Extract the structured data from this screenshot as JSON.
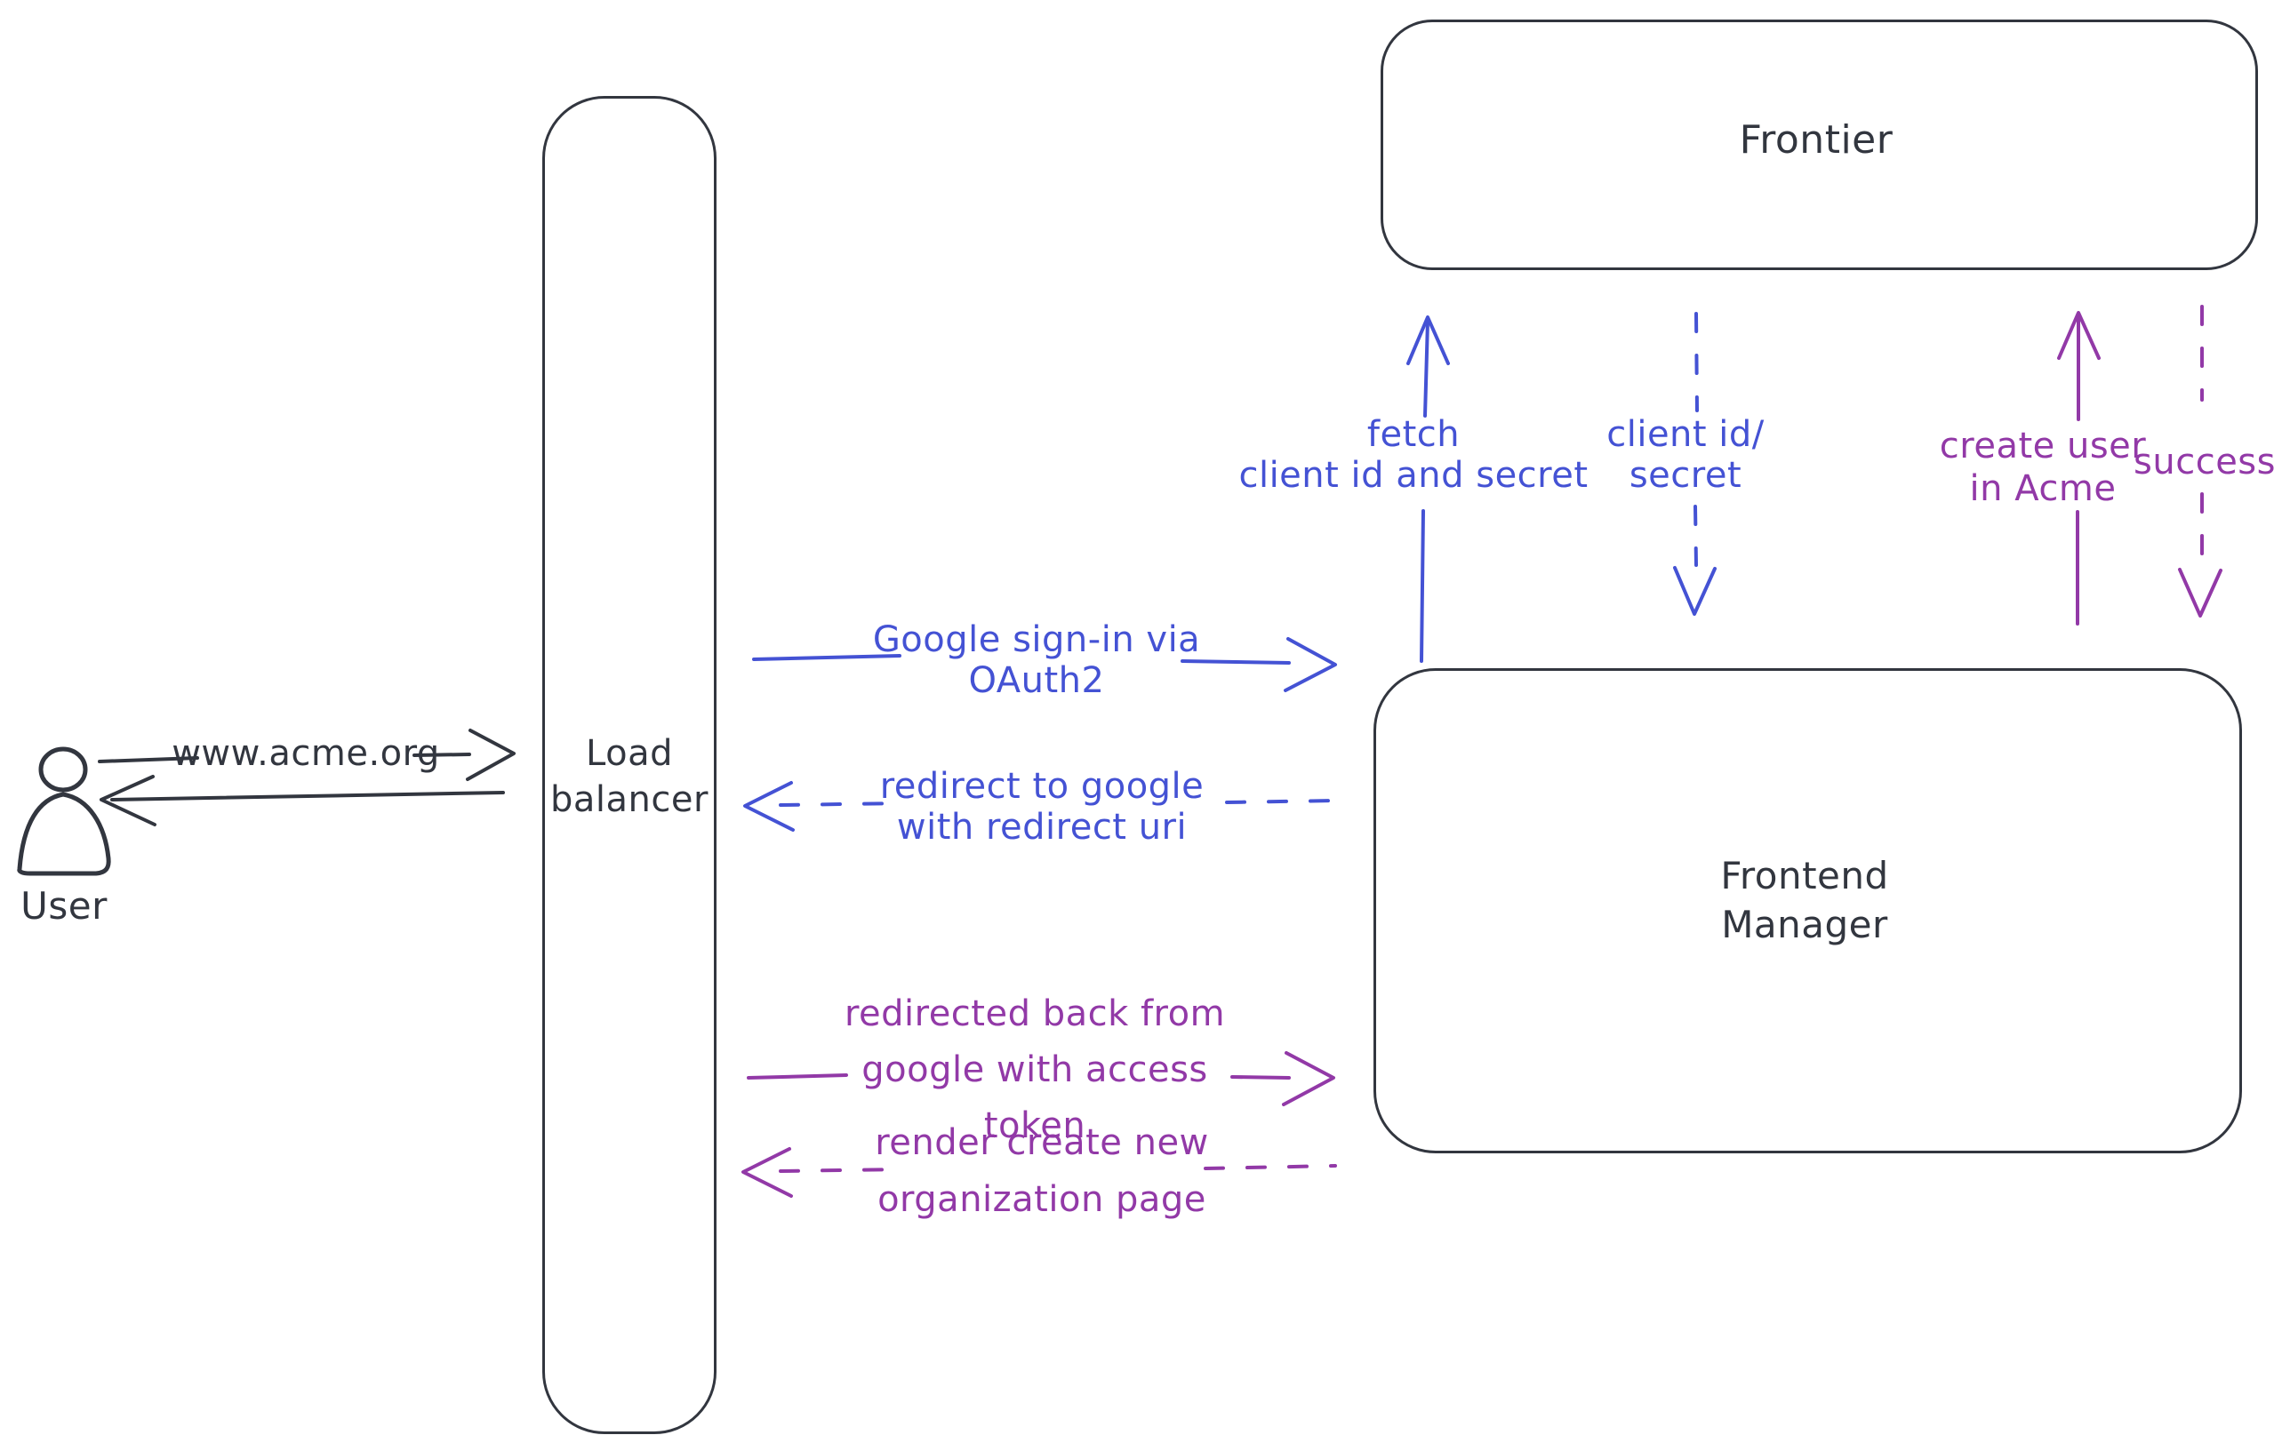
{
  "diagram": {
    "colors": {
      "stroke": "#32363f",
      "blue": "#4452d4",
      "purple": "#9239a7",
      "hatch": "#ccd5e0"
    },
    "actor": {
      "label": "User"
    },
    "nodes": [
      {
        "id": "load-balancer",
        "label": "Load\nbalancer"
      },
      {
        "id": "frontier",
        "label": "Frontier"
      },
      {
        "id": "frontend-manager",
        "label": "Frontend\nManager"
      }
    ],
    "edges": [
      {
        "id": "www-acme",
        "from": "user",
        "to": "load-balancer",
        "style": "solid",
        "color": "dark",
        "label": "www.acme.org"
      },
      {
        "id": "return-to-user",
        "from": "load-balancer",
        "to": "user",
        "style": "solid",
        "color": "dark",
        "label": ""
      },
      {
        "id": "google-signin",
        "from": "load-balancer",
        "to": "frontend-manager",
        "style": "solid",
        "color": "blue",
        "label": "Google sign-in via\nOAuth2"
      },
      {
        "id": "redirect-google",
        "from": "frontend-manager",
        "to": "load-balancer",
        "style": "dashed",
        "color": "blue",
        "label": "redirect to google\nwith redirect uri"
      },
      {
        "id": "fetch-client",
        "from": "frontend-manager",
        "to": "frontier",
        "style": "solid",
        "color": "blue",
        "label": "fetch\nclient id and secret"
      },
      {
        "id": "client-id-secret",
        "from": "frontier",
        "to": "frontend-manager",
        "style": "dashed",
        "color": "blue",
        "label": "client id/\nsecret"
      },
      {
        "id": "create-user",
        "from": "frontend-manager",
        "to": "frontier",
        "style": "solid",
        "color": "purple",
        "label": "create user\nin Acme"
      },
      {
        "id": "success",
        "from": "frontier",
        "to": "frontend-manager",
        "style": "dashed",
        "color": "purple",
        "label": "success"
      },
      {
        "id": "redirected-back",
        "from": "load-balancer",
        "to": "frontend-manager",
        "style": "solid",
        "color": "purple",
        "label": "redirected back from\ngoogle with access\ntoken"
      },
      {
        "id": "render-page",
        "from": "frontend-manager",
        "to": "load-balancer",
        "style": "dashed",
        "color": "purple",
        "label": "render create new\norganization page"
      }
    ]
  }
}
